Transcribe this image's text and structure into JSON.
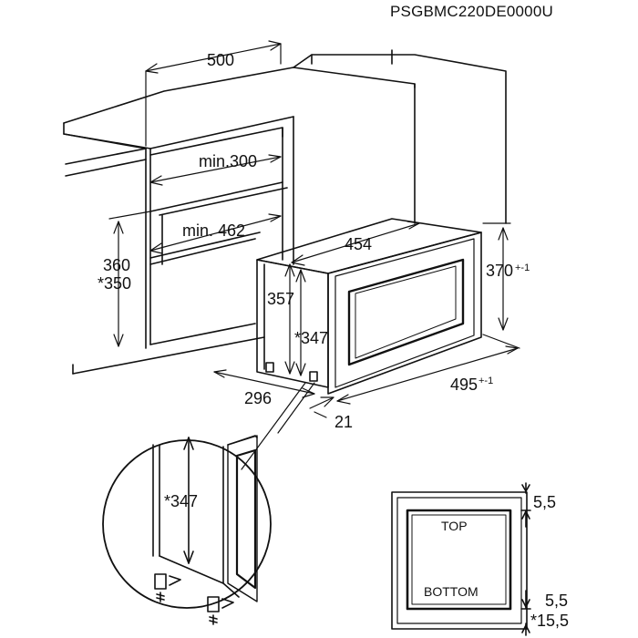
{
  "model_code": "PSGBMC220DE0000U",
  "dimensions": {
    "cabinet_depth": "500",
    "min_depth_upper": "min.300",
    "min_depth_lower": "min. 462",
    "niche_height": "360",
    "niche_height_alt": "*350",
    "appliance_width": "454",
    "appliance_body_height": "357",
    "appliance_body_height_alt": "*347",
    "front_height": "370",
    "front_height_tol": "+-1",
    "front_width": "495",
    "front_width_tol": "+-1",
    "body_depth": "296",
    "front_thickness": "21",
    "detail_height": "*347"
  },
  "front_view": {
    "top_label": "TOP",
    "bottom_label": "BOTTOM",
    "gap_top": "5,5",
    "gap_bottom": "5,5",
    "gap_bottom_alt": "*15,5"
  },
  "colors": {
    "line": "#111111",
    "background": "#ffffff"
  }
}
